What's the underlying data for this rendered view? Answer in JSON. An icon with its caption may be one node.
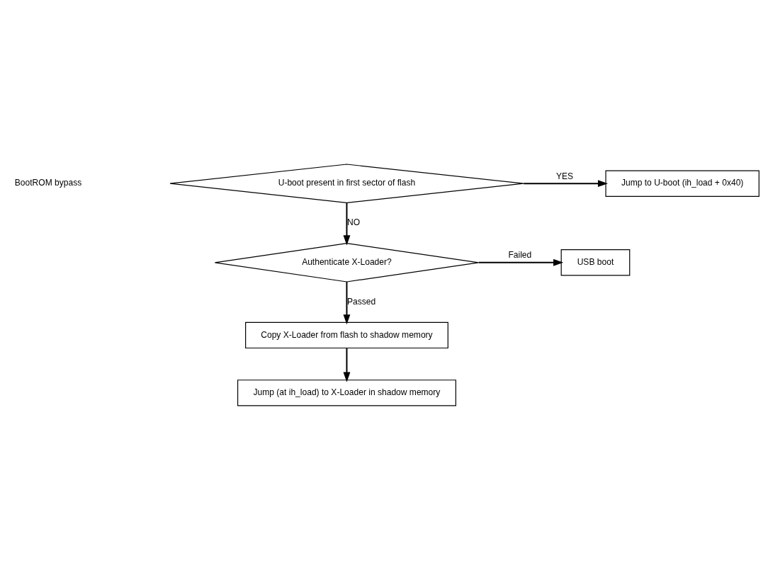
{
  "diagram": {
    "nodes": [
      {
        "text": [
          "U-boot present in first sector of flash"
        ]
      },
      {
        "text": [
          "Jump to U-boot (ih_load + 0x40)"
        ]
      },
      {
        "text": [
          "Authenticate X-Loader?"
        ]
      },
      {
        "text": [
          "USB boot"
        ]
      },
      {
        "text": [
          "Copy X-Loader from flash to shadow memory"
        ]
      },
      {
        "text": [
          "Jump (at ih_load) to X-Loader in shadow memory"
        ]
      }
    ],
    "edges": [
      {
        "from": 0,
        "to": 1,
        "arrow": "to",
        "label": "YES"
      },
      {
        "from": 0,
        "to": 2,
        "arrow": "to",
        "label": "NO"
      },
      {
        "from": 2,
        "to": 3,
        "arrow": "to",
        "label": "Failed"
      },
      {
        "from": 2,
        "to": 4,
        "arrow": "to",
        "label": "Passed"
      },
      {
        "from": 4,
        "to": 5,
        "arrow": "to"
      }
    ],
    "labels": [
      "BootROM bypass"
    ]
  }
}
